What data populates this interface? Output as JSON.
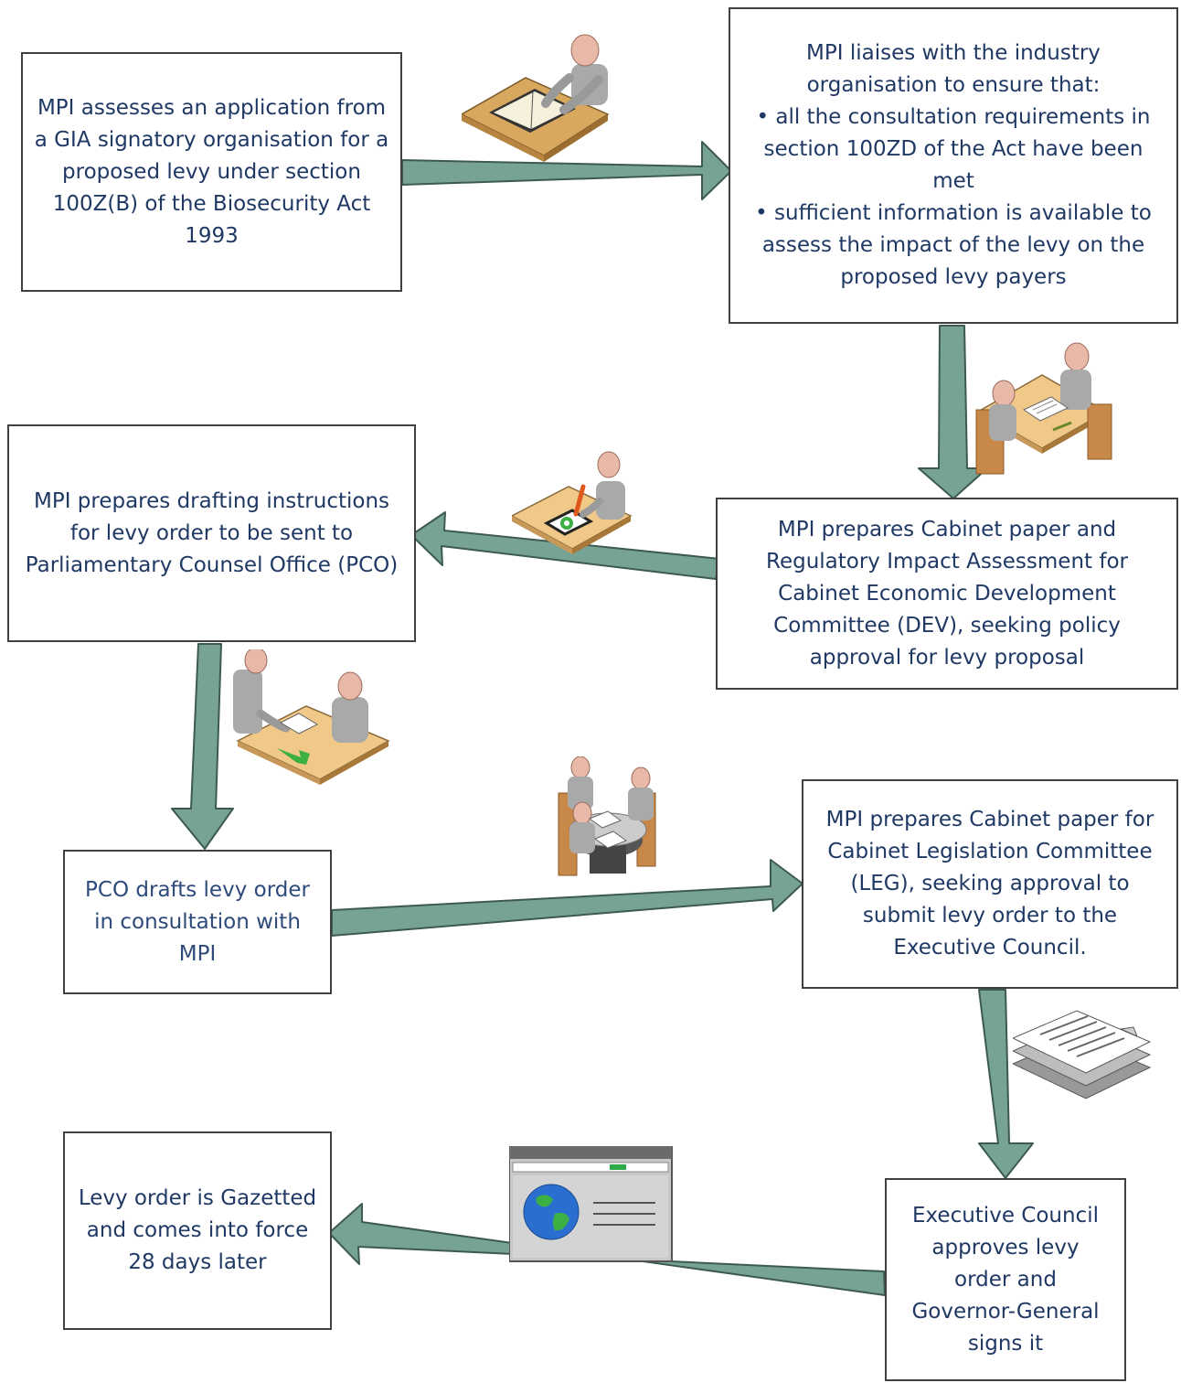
{
  "colors": {
    "arrow_fill": "#76a395",
    "arrow_stroke": "#3d5a50",
    "box_border": "#404040",
    "text": "#1f3864"
  },
  "steps": {
    "step1": {
      "text": "MPI assesses an application from a GIA signatory organisation for a proposed levy under section 100Z(B) of the Biosecurity Act 1993"
    },
    "step2": {
      "intro": "MPI liaises with the industry organisation to ensure that:",
      "bullets": [
        "• all the consultation requirements in section 100ZD of the Act have been met",
        "• sufficient information is available to assess the impact of the levy on the proposed levy payers"
      ]
    },
    "step3": {
      "text": "MPI prepares Cabinet paper and Regulatory Impact Assessment for Cabinet Economic Development Committee (DEV), seeking policy approval for levy proposal"
    },
    "step4": {
      "text": "MPI prepares drafting instructions for levy order to be sent to Parliamentary Counsel Office (PCO)"
    },
    "step5": {
      "text": "PCO drafts levy order in consultation with MPI"
    },
    "step6": {
      "text": "MPI prepares Cabinet paper for Cabinet Legislation Committee (LEG), seeking approval to submit levy order to the Executive Council."
    },
    "step7": {
      "text": "Executive Council approves levy order and Governor-General signs it"
    },
    "step8": {
      "text": "Levy order is Gazetted and comes into force 28 days later"
    }
  },
  "icons": [
    "person-reading-icon",
    "two-people-meeting-icon",
    "person-writing-icon",
    "handover-document-icon",
    "group-meeting-icon",
    "document-stack-icon",
    "web-page-globe-icon"
  ]
}
